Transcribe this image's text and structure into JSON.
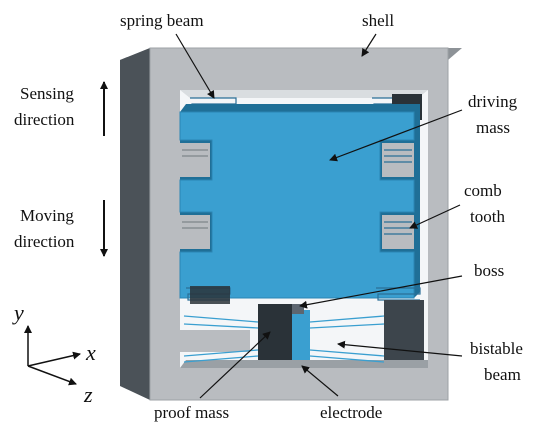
{
  "labels": {
    "spring_beam": "spring beam",
    "shell": "shell",
    "sensing_line1": "Sensing",
    "sensing_line2": "direction",
    "driving_line1": "driving",
    "driving_line2": "mass",
    "moving_line1": "Moving",
    "moving_line2": "direction",
    "comb_line1": "comb",
    "comb_line2": "tooth",
    "boss": "boss",
    "bistable_line1": "bistable",
    "bistable_line2": "beam",
    "proof_mass": "proof mass",
    "electrode": "electrode"
  },
  "axes": {
    "y": "y",
    "x": "x",
    "z": "z"
  },
  "colors": {
    "shell_front": "#b9bcc0",
    "shell_top": "#8d9297",
    "shell_side": "#4b5258",
    "driving_mass": "#3a9fd0",
    "driving_mass_dark": "#1f6f97",
    "anchor_dark": "#2a3238",
    "cavity": "#f4f6f8"
  }
}
